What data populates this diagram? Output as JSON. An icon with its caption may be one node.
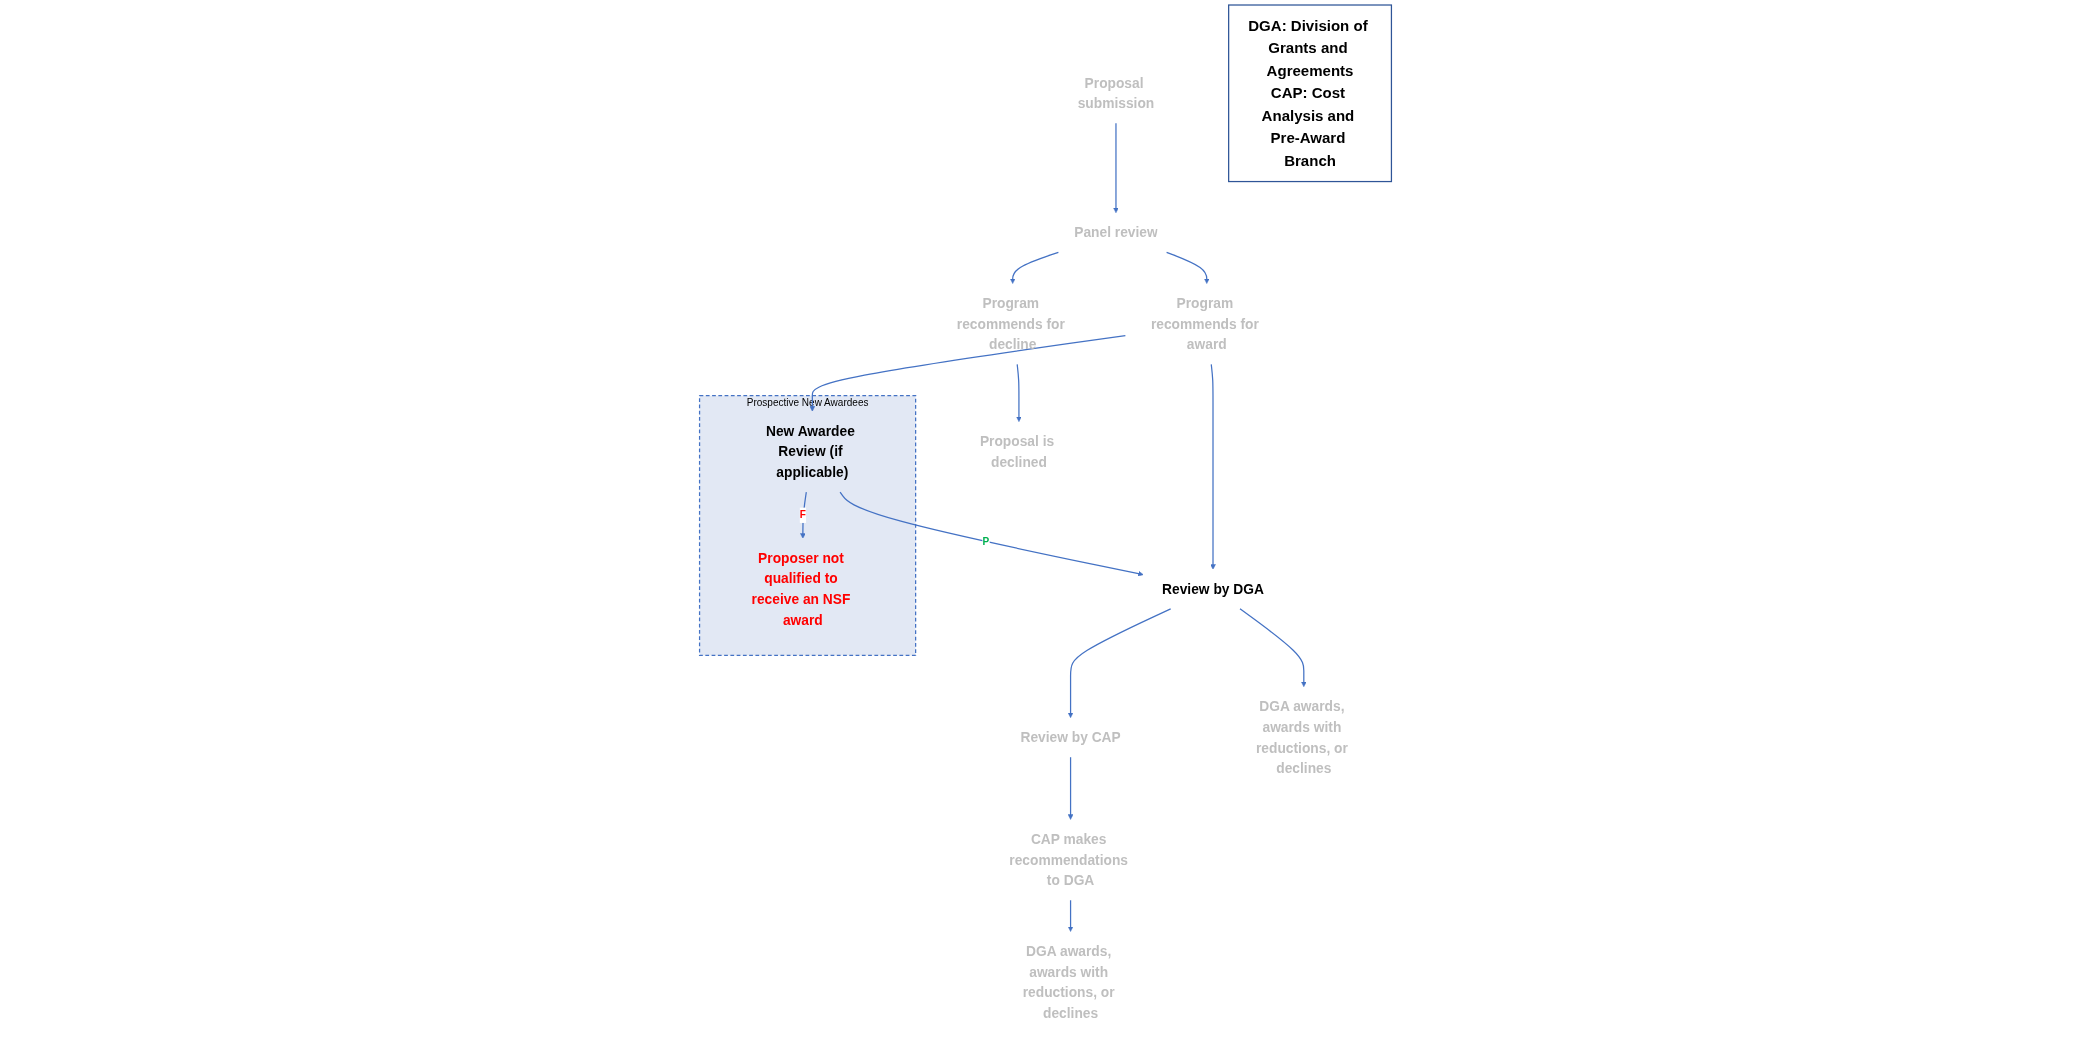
{
  "diagram": {
    "nodes": [
      {
        "text": [
          "Proposal submission"
        ]
      },
      {
        "text": [
          "Panel review"
        ]
      },
      {
        "text": [
          "Program recommends for decline"
        ]
      },
      {
        "text": [
          "Proposal is declined"
        ]
      },
      {
        "text": [
          "Prospective New Awardees"
        ]
      },
      {
        "text": [
          "New Awardee Review (if applicable)"
        ],
        "in": 4
      },
      {
        "text": [
          "Program recommends for award"
        ]
      },
      {
        "text": [
          "Review by DGA"
        ]
      },
      {
        "text": [
          "Review by CAP"
        ]
      },
      {
        "text": [
          "CAP makes recommendations to DGA"
        ]
      },
      {
        "text": [
          "Proposer not qualified to receive an NSF award"
        ],
        "in": 4
      },
      {
        "text": [
          "DGA awards, awards with reductions, or declines"
        ]
      },
      {
        "text": [
          "DGA awards, awards with reductions, or declines"
        ]
      },
      {
        "text": [
          "DGA: Division of Grants and Agreements",
          "CAP: Cost Analysis and Pre-Award Branch"
        ]
      }
    ],
    "edges": [
      {
        "from": 0,
        "to": 1,
        "arrow": "to"
      },
      {
        "from": 1,
        "to": 2,
        "arrow": "to"
      },
      {
        "from": 2,
        "to": 3,
        "arrow": "to"
      },
      {
        "from": 1,
        "to": 6,
        "arrow": "to"
      },
      {
        "from": 6,
        "to": 5,
        "arrow": "to"
      },
      {
        "from": 6,
        "to": 7,
        "arrow": "to"
      },
      {
        "from": 5,
        "to": 7,
        "arrow": "to",
        "label": "P"
      },
      {
        "from": 5,
        "to": 10,
        "arrow": "to",
        "label": "F"
      },
      {
        "from": 7,
        "to": 8,
        "arrow": "to"
      },
      {
        "from": 8,
        "to": 9,
        "arrow": "to"
      },
      {
        "from": 7,
        "to": 11,
        "arrow": "to"
      },
      {
        "from": 9,
        "to": 12,
        "arrow": "to"
      }
    ]
  }
}
